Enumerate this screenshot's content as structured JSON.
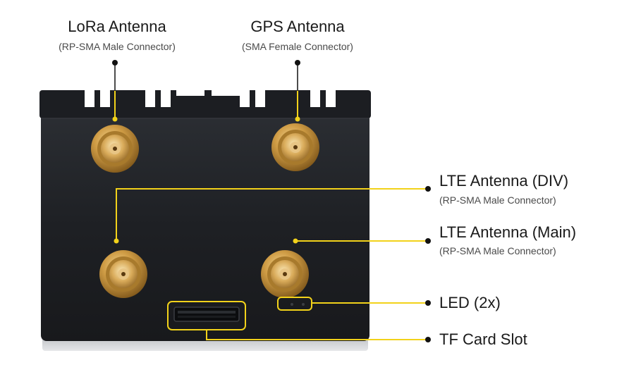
{
  "colors": {
    "callout": "#f2d21a",
    "leader": "#111111",
    "enclosure": "#1f2125",
    "connector_gold": "#c9973c"
  },
  "labels": {
    "lora": {
      "title": "LoRa Antenna",
      "subtitle": "(RP-SMA Male Connector)"
    },
    "gps": {
      "title": "GPS Antenna",
      "subtitle": "(SMA Female Connector)"
    },
    "lte_div": {
      "title": "LTE Antenna (DIV)",
      "subtitle": "(RP-SMA Male Connector)"
    },
    "lte_main": {
      "title": "LTE Antenna (Main)",
      "subtitle": "(RP-SMA Male Connector)"
    },
    "led": {
      "title": "LED (2x)"
    },
    "tf_card": {
      "title": "TF Card Slot"
    }
  }
}
